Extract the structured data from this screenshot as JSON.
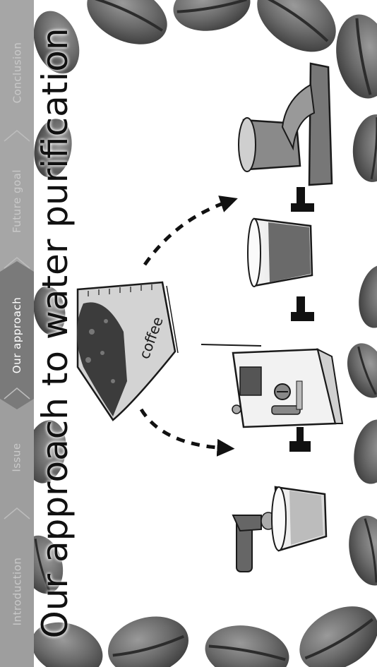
{
  "title": "Our approach to water purification",
  "nav": {
    "items": [
      {
        "label": "Introduction",
        "active": false
      },
      {
        "label": "Issue",
        "active": false
      },
      {
        "label": "Our approach",
        "active": true
      },
      {
        "label": "Future goal",
        "active": false
      },
      {
        "label": "Conclusion",
        "active": false
      }
    ]
  },
  "illustration": {
    "filter_label": "coffee"
  },
  "colors": {
    "nav_bg": "#9e9e9e",
    "nav_active": "#7a7a7a",
    "bean": "#5a5a5a",
    "water": "#8f8f8f",
    "dark_water": "#5f5f5f"
  }
}
